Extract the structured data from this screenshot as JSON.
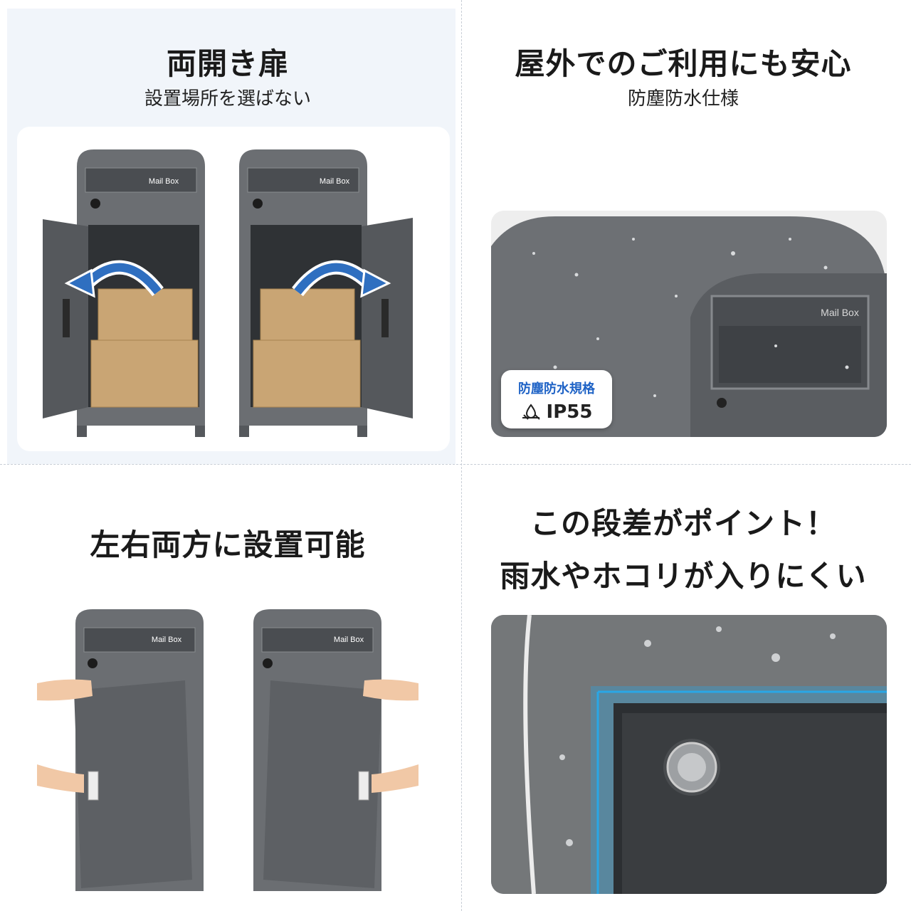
{
  "panels": {
    "double_door": {
      "title": "両開き扉",
      "subtitle": "設置場所を選ばない",
      "mailbox_label": "Mail Box"
    },
    "outdoor": {
      "title": "屋外でのご利用にも安心",
      "subtitle": "防塵防水仕様",
      "mailbox_label": "Mail Box",
      "badge_title": "防塵防水規格",
      "badge_rating": "IP55"
    },
    "both_sides": {
      "title": "左右両方に設置可能",
      "mailbox_label": "Mail Box"
    },
    "step": {
      "title_line1": "この段差がポイント！",
      "title_line2": "雨水やホコリが入りにくい"
    }
  },
  "colors": {
    "body": "#6b6e72",
    "dark": "#3f4246",
    "box": "#c9a574",
    "arrow": "#2f6fc0",
    "highlight": "#29a7e6",
    "bg_tint": "#f1f5fa"
  }
}
